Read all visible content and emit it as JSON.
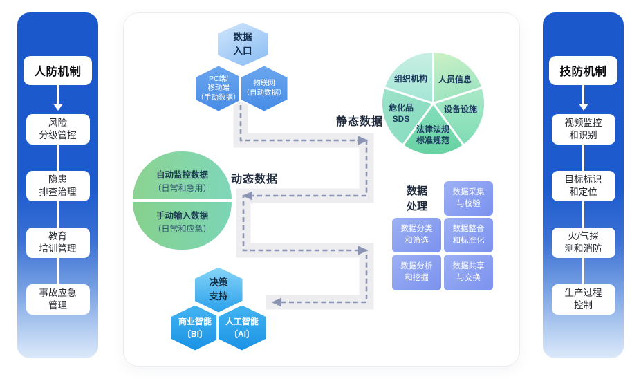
{
  "left_panel": {
    "title": "人防机制",
    "items": [
      {
        "text": "风险\n分级管控"
      },
      {
        "text": "隐患\n排查治理"
      },
      {
        "text": "教育\n培训管理"
      },
      {
        "text": "事故应急\n管理"
      }
    ]
  },
  "right_panel": {
    "title": "技防机制",
    "items": [
      {
        "text": "视频监控\n和识别"
      },
      {
        "text": "目标标识\n和定位"
      },
      {
        "text": "火/气探\n测和消防"
      },
      {
        "text": "生产过程\n控制"
      }
    ]
  },
  "diagram": {
    "data_entry": {
      "title": "数据\n入口",
      "source_pc": "PC端/\n移动端\n（手动数据）",
      "source_iot": "物联网\n（自动数据）"
    },
    "static_data": {
      "label": "静态数据",
      "slices": [
        "组织机构",
        "人员信息",
        "设备设施",
        "法律法规\n标准规范",
        "危化品\nSDS"
      ]
    },
    "dynamic_data": {
      "label": "动态数据",
      "top_line1": "自动监控数据",
      "top_line2": "（日常和急用）",
      "bottom_line1": "手动输入数据",
      "bottom_line2": "（日常和应急）"
    },
    "data_processing": {
      "label": "数据\n处理",
      "boxes": [
        "数据采集\n与校验",
        "数据分类\n和筛选",
        "数据整合\n和标准化",
        "数据分析\n和挖掘",
        "数据共享\n与交换"
      ]
    },
    "decision_support": {
      "title": "决策\n支持",
      "bi": "商业智能\n〔BI〕",
      "ai": "人工智能\n〔AI〕"
    }
  },
  "colors": {
    "sidebar_blue": "#1c5acd",
    "sidebar_fade": "#dce9fa",
    "hex_entry_light": "#aacdf7",
    "hex_source_blue": "#4f93e9",
    "hex_decision_blue": "#2fa4ec",
    "circle_green": "#86d3a0",
    "pie_teal": "#8adec2",
    "process_purple": "#8b9ff1",
    "path_gray": "#8b94b3",
    "band_gray": "#ededf0"
  }
}
